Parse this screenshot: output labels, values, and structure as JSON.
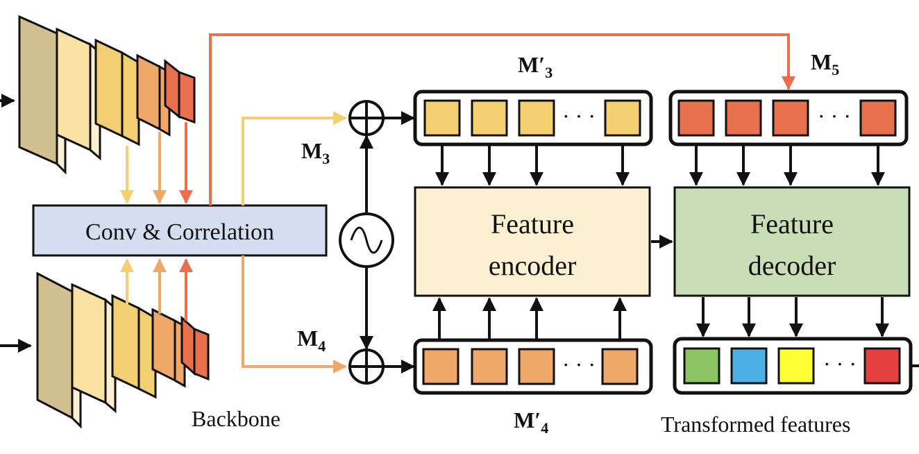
{
  "colors": {
    "yellow_feature": "#F4CF72",
    "orange_feature": "#EFA86A",
    "red_feature": "#E8704C",
    "conv_box": "#D5DEF0",
    "encoder_box": "#FBF1D2",
    "decoder_box": "#C9DEB6",
    "backbone_tan": "#D2BF92",
    "out_green": "#8DC463",
    "out_blue": "#4DB1E6",
    "out_yellow": "#FFFF33",
    "out_red": "#E54040"
  },
  "labels": {
    "conv": "Conv & Correlation",
    "encoder_line1": "Feature",
    "encoder_line2": "encoder",
    "decoder_line1": "Feature",
    "decoder_line2": "decoder",
    "backbone": "Backbone",
    "transformed": "Transformed features",
    "m3": "M",
    "m3_sub": "3",
    "m4": "M",
    "m4_sub": "4",
    "m3p": "M′",
    "m3p_sub": "3",
    "m4p": "M′",
    "m4p_sub": "4",
    "m5": "M",
    "m5_sub": "5",
    "ellipsis": "· · ·"
  },
  "icons": {
    "add_top": "circled-plus-icon",
    "add_bottom": "circled-plus-icon",
    "sine": "sinusoid-icon"
  }
}
